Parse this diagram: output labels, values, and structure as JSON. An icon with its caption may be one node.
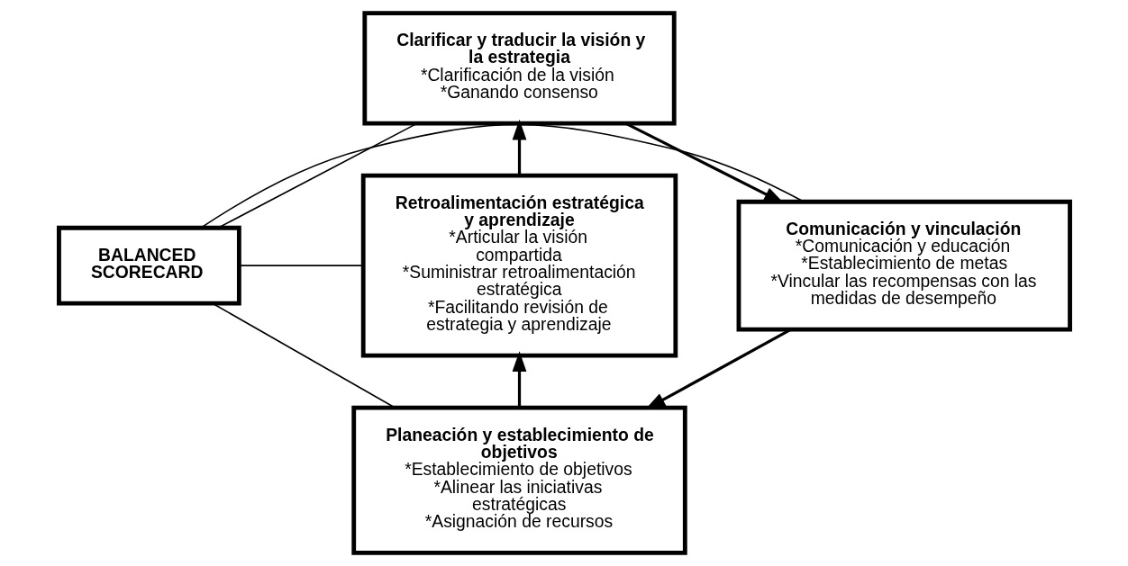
{
  "diagram": {
    "nodes": [
      {
        "text": [
          "Clarificar y traducir la visión y la estrategia",
          "*Clarificación de la visión",
          "*Ganando consenso"
        ]
      },
      {
        "text": [
          "Comunicación y vinculación",
          "*Comunicación y educación",
          "*Establecimiento de metas",
          "*Vincular las recompensas con las medidas de desempeño"
        ]
      },
      {
        "text": [
          "BALANCED SCORECARD"
        ]
      },
      {
        "text": [
          "Retroalimentación estratégica y aprendizaje",
          "*Articular la visión compartida",
          "*Suministrar retroalimentación estratégica",
          "*Facilitando revisión de estrategia y aprendizaje"
        ]
      },
      {
        "text": [
          "Planeación y establecimiento de objetivos",
          "*Establecimiento de objetivos",
          "*Alinear las iniciativas estratégicas",
          "*Asignación de recursos"
        ]
      }
    ],
    "edges": [
      {
        "from": 0,
        "to": 1,
        "arrow": "to"
      },
      {
        "from": 1,
        "to": 4,
        "arrow": "to"
      },
      {
        "from": 4,
        "to": 3,
        "arrow": "to"
      },
      {
        "from": 3,
        "to": 0,
        "arrow": "to"
      },
      {
        "from": 2,
        "to": 0,
        "arrow": "none"
      },
      {
        "from": 2,
        "to": 1,
        "arrow": "none"
      },
      {
        "from": 2,
        "to": 3,
        "arrow": "none"
      },
      {
        "from": 2,
        "to": 4,
        "arrow": "none"
      }
    ]
  }
}
